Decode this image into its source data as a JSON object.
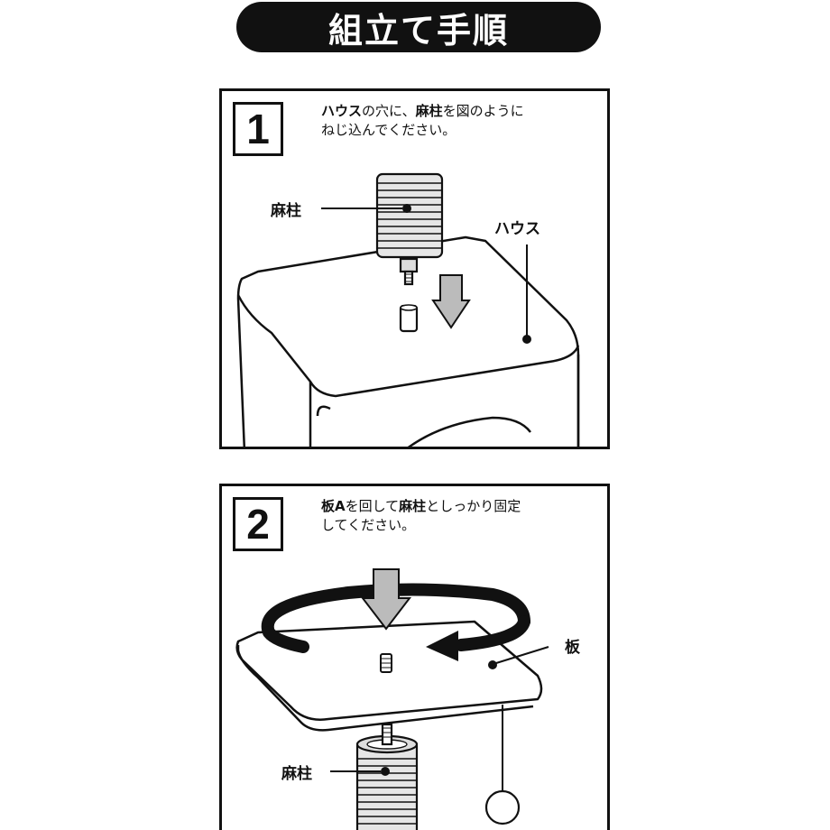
{
  "title": "組立て手順",
  "steps": [
    {
      "number": "1",
      "instruction": {
        "part1": "ハウス",
        "part2": "の穴に、",
        "part3": "麻柱",
        "part4": "を図のように",
        "line2": "ねじ込んでください。"
      },
      "labels": {
        "post": "麻柱",
        "house": "ハウス"
      }
    },
    {
      "number": "2",
      "instruction": {
        "part1": "板A",
        "part2": "を回して",
        "part3": "麻柱",
        "part4": "としっかり固定",
        "line2": "してください。"
      },
      "labels": {
        "post": "麻柱",
        "board": "板"
      }
    }
  ]
}
